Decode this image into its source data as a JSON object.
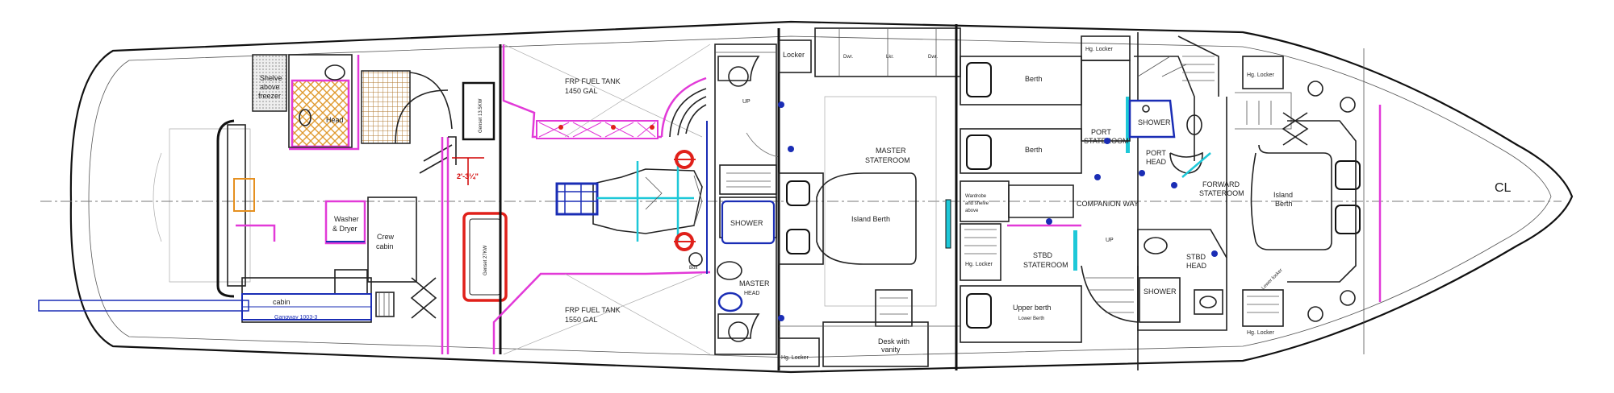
{
  "plan": {
    "centerline_symbol": "CL",
    "rooms": {
      "shelve_above_freezer_1": "Shelve",
      "shelve_above_freezer_2": "above",
      "shelve_above_freezer_3": "freezer",
      "head": "Head",
      "genset_13kw": "Genset 13.5KW",
      "fuel_tank_port_1": "FRP FUEL TANK",
      "fuel_tank_port_2": "1450 GAL",
      "fuel_tank_stbd_1": "FRP FUEL TANK",
      "fuel_tank_stbd_2": "1550 GAL",
      "washer_1": "Washer",
      "washer_2": "& Dryer",
      "crew_1": "Crew",
      "crew_2": "cabin",
      "cabin": "cabin",
      "gangway": "Gangway 1003-3",
      "genset_27kw": "Genset 27KW",
      "dims": "2'-3¼\"",
      "box": "Box",
      "shower_aft": "SHOWER",
      "master_head_1": "MASTER",
      "master_head_2": "HEAD",
      "locker_top": "Locker",
      "dwr_1": "Dwr.",
      "lkr": "Lkr.",
      "dwr_2": "Dwr.",
      "master_stateroom_1": "MASTER",
      "master_stateroom_2": "STATEROOM",
      "island_berth": "Island Berth",
      "desk_1": "Desk with",
      "desk_2": "vanity",
      "hg_locker_master": "Hg. Locker",
      "berth_port_upper": "Berth",
      "berth_port_lower": "Berth",
      "wardrobe_1": "Wardrobe",
      "wardrobe_2": "and shelve",
      "wardrobe_3": "above",
      "companion_way": "COMPANION WAY",
      "hg_locker_stbd_state": "Hg. Locker",
      "stbd_stateroom_1": "STBD",
      "stbd_stateroom_2": "STATEROOM",
      "upper_berth": "Upper berth",
      "lower_berth": "Lower Berth",
      "up_1": "UP",
      "up_2": "UP",
      "hg_locker_top": "Hg. Locker",
      "port_stateroom_1": "PORT",
      "port_stateroom_2": "STATEROOM",
      "shower_port": "SHOWER",
      "port_head_1": "PORT",
      "port_head_2": "HEAD",
      "hg_locker_fwd_top": "Hg. Locker",
      "forward_stateroom_1": "FORWARD",
      "forward_stateroom_2": "STATEROOM",
      "island_berth_fwd_1": "Island",
      "island_berth_fwd_2": "Berth",
      "stbd_head_1": "STBD",
      "stbd_head_2": "HEAD",
      "shower_stbd": "SHOWER",
      "hg_locker_fwd_bottom": "Hg. Locker",
      "lower_locker": "Lower locker"
    }
  }
}
